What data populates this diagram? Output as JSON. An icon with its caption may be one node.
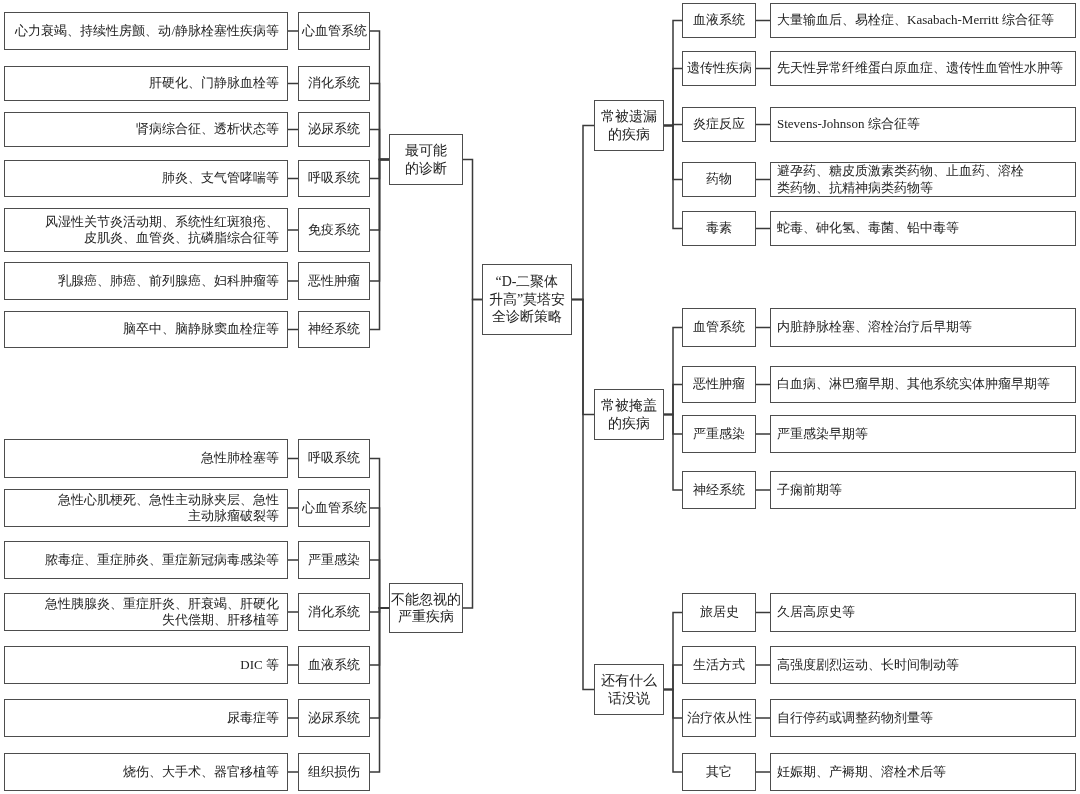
{
  "diagram": {
    "nodes": [
      {
        "text": [
          "“D-二聚体升高”莫塔安全诊断策略"
        ]
      },
      {
        "text": [
          "最可能的诊断"
        ]
      },
      {
        "text": [
          "心血管系统"
        ]
      },
      {
        "text": [
          "心力衰竭、持续性房颤、动/静脉栓塞性疾病等"
        ]
      },
      {
        "text": [
          "消化系统"
        ]
      },
      {
        "text": [
          "肝硬化、门静脉血栓等"
        ]
      },
      {
        "text": [
          "泌尿系统"
        ]
      },
      {
        "text": [
          "肾病综合征、透析状态等"
        ]
      },
      {
        "text": [
          "呼吸系统"
        ]
      },
      {
        "text": [
          "肺炎、支气管哮喘等"
        ]
      },
      {
        "text": [
          "免疫系统"
        ]
      },
      {
        "text": [
          "风湿性关节炎活动期、系统性红斑狼疮、皮肌炎、血管炎、抗磷脂综合征等"
        ]
      },
      {
        "text": [
          "恶性肿瘤"
        ]
      },
      {
        "text": [
          "乳腺癌、肺癌、前列腺癌、妇科肿瘤等"
        ]
      },
      {
        "text": [
          "神经系统"
        ]
      },
      {
        "text": [
          "脑卒中、脑静脉窦血栓症等"
        ]
      },
      {
        "text": [
          "不能忽视的严重疾病"
        ]
      },
      {
        "text": [
          "呼吸系统"
        ]
      },
      {
        "text": [
          "急性肺栓塞等"
        ]
      },
      {
        "text": [
          "心血管系统"
        ]
      },
      {
        "text": [
          "急性心肌梗死、急性主动脉夹层、急性主动脉瘤破裂等"
        ]
      },
      {
        "text": [
          "严重感染"
        ]
      },
      {
        "text": [
          "脓毒症、重症肺炎、重症新冠病毒感染等"
        ]
      },
      {
        "text": [
          "消化系统"
        ]
      },
      {
        "text": [
          "急性胰腺炎、重症肝炎、肝衰竭、肝硬化失代偿期、肝移植等"
        ]
      },
      {
        "text": [
          "血液系统"
        ]
      },
      {
        "text": [
          "DIC 等"
        ]
      },
      {
        "text": [
          "泌尿系统"
        ]
      },
      {
        "text": [
          "尿毒症等"
        ]
      },
      {
        "text": [
          "组织损伤"
        ]
      },
      {
        "text": [
          "烧伤、大手术、器官移植等"
        ]
      },
      {
        "text": [
          "常被遗漏的疾病"
        ]
      },
      {
        "text": [
          "血液系统"
        ]
      },
      {
        "text": [
          "大量输血后、易栓症、Kasabach-Merritt 综合征等"
        ]
      },
      {
        "text": [
          "遗传性疾病"
        ]
      },
      {
        "text": [
          "先天性异常纤维蛋白原血症、遗传性血管性水肿等"
        ]
      },
      {
        "text": [
          "炎症反应"
        ]
      },
      {
        "text": [
          "Stevens-Johnson 综合征等"
        ]
      },
      {
        "text": [
          "药物"
        ]
      },
      {
        "text": [
          "避孕药、糖皮质激素类药物、止血药、溶栓类药物、抗精神病类药物等"
        ]
      },
      {
        "text": [
          "毒素"
        ]
      },
      {
        "text": [
          "蛇毒、砷化氢、毒菌、铅中毒等"
        ]
      },
      {
        "text": [
          "常被掩盖的疾病"
        ]
      },
      {
        "text": [
          "血管系统"
        ]
      },
      {
        "text": [
          "内脏静脉栓塞、溶栓治疗后早期等"
        ]
      },
      {
        "text": [
          "恶性肿瘤"
        ]
      },
      {
        "text": [
          "白血病、淋巴瘤早期、其他系统实体肿瘤早期等"
        ]
      },
      {
        "text": [
          "严重感染"
        ]
      },
      {
        "text": [
          "严重感染早期等"
        ]
      },
      {
        "text": [
          "神经系统"
        ]
      },
      {
        "text": [
          "子痫前期等"
        ]
      },
      {
        "text": [
          "还有什么话没说"
        ]
      },
      {
        "text": [
          "旅居史"
        ]
      },
      {
        "text": [
          "久居高原史等"
        ]
      },
      {
        "text": [
          "生活方式"
        ]
      },
      {
        "text": [
          "高强度剧烈运动、长时间制动等"
        ]
      },
      {
        "text": [
          "治疗依从性"
        ]
      },
      {
        "text": [
          "自行停药或调整药物剂量等"
        ]
      },
      {
        "text": [
          "其它"
        ]
      },
      {
        "text": [
          "妊娠期、产褥期、溶栓术后等"
        ]
      }
    ],
    "edges": [
      {
        "from": 0,
        "to": 1,
        "arrow": "none"
      },
      {
        "from": 1,
        "to": 2,
        "arrow": "none"
      },
      {
        "from": 2,
        "to": 3,
        "arrow": "none"
      },
      {
        "from": 1,
        "to": 4,
        "arrow": "none"
      },
      {
        "from": 4,
        "to": 5,
        "arrow": "none"
      },
      {
        "from": 1,
        "to": 6,
        "arrow": "none"
      },
      {
        "from": 6,
        "to": 7,
        "arrow": "none"
      },
      {
        "from": 1,
        "to": 8,
        "arrow": "none"
      },
      {
        "from": 8,
        "to": 9,
        "arrow": "none"
      },
      {
        "from": 1,
        "to": 10,
        "arrow": "none"
      },
      {
        "from": 10,
        "to": 11,
        "arrow": "none"
      },
      {
        "from": 1,
        "to": 12,
        "arrow": "none"
      },
      {
        "from": 12,
        "to": 13,
        "arrow": "none"
      },
      {
        "from": 1,
        "to": 14,
        "arrow": "none"
      },
      {
        "from": 14,
        "to": 15,
        "arrow": "none"
      },
      {
        "from": 0,
        "to": 16,
        "arrow": "none"
      },
      {
        "from": 16,
        "to": 17,
        "arrow": "none"
      },
      {
        "from": 17,
        "to": 18,
        "arrow": "none"
      },
      {
        "from": 16,
        "to": 19,
        "arrow": "none"
      },
      {
        "from": 19,
        "to": 20,
        "arrow": "none"
      },
      {
        "from": 16,
        "to": 21,
        "arrow": "none"
      },
      {
        "from": 21,
        "to": 22,
        "arrow": "none"
      },
      {
        "from": 16,
        "to": 23,
        "arrow": "none"
      },
      {
        "from": 23,
        "to": 24,
        "arrow": "none"
      },
      {
        "from": 16,
        "to": 25,
        "arrow": "none"
      },
      {
        "from": 25,
        "to": 26,
        "arrow": "none"
      },
      {
        "from": 16,
        "to": 27,
        "arrow": "none"
      },
      {
        "from": 27,
        "to": 28,
        "arrow": "none"
      },
      {
        "from": 16,
        "to": 29,
        "arrow": "none"
      },
      {
        "from": 29,
        "to": 30,
        "arrow": "none"
      },
      {
        "from": 0,
        "to": 31,
        "arrow": "none"
      },
      {
        "from": 31,
        "to": 32,
        "arrow": "none"
      },
      {
        "from": 32,
        "to": 33,
        "arrow": "none"
      },
      {
        "from": 31,
        "to": 34,
        "arrow": "none"
      },
      {
        "from": 34,
        "to": 35,
        "arrow": "none"
      },
      {
        "from": 31,
        "to": 36,
        "arrow": "none"
      },
      {
        "from": 36,
        "to": 37,
        "arrow": "none"
      },
      {
        "from": 31,
        "to": 38,
        "arrow": "none"
      },
      {
        "from": 38,
        "to": 39,
        "arrow": "none"
      },
      {
        "from": 31,
        "to": 40,
        "arrow": "none"
      },
      {
        "from": 40,
        "to": 41,
        "arrow": "none"
      },
      {
        "from": 0,
        "to": 42,
        "arrow": "none"
      },
      {
        "from": 42,
        "to": 43,
        "arrow": "none"
      },
      {
        "from": 43,
        "to": 44,
        "arrow": "none"
      },
      {
        "from": 42,
        "to": 45,
        "arrow": "none"
      },
      {
        "from": 45,
        "to": 46,
        "arrow": "none"
      },
      {
        "from": 42,
        "to": 47,
        "arrow": "none"
      },
      {
        "from": 47,
        "to": 48,
        "arrow": "none"
      },
      {
        "from": 42,
        "to": 49,
        "arrow": "none"
      },
      {
        "from": 49,
        "to": 50,
        "arrow": "none"
      },
      {
        "from": 0,
        "to": 51,
        "arrow": "none"
      },
      {
        "from": 51,
        "to": 52,
        "arrow": "none"
      },
      {
        "from": 52,
        "to": 53,
        "arrow": "none"
      },
      {
        "from": 51,
        "to": 54,
        "arrow": "none"
      },
      {
        "from": 54,
        "to": 55,
        "arrow": "none"
      },
      {
        "from": 51,
        "to": 56,
        "arrow": "none"
      },
      {
        "from": 56,
        "to": 57,
        "arrow": "none"
      },
      {
        "from": 51,
        "to": 58,
        "arrow": "none"
      },
      {
        "from": 58,
        "to": 59,
        "arrow": "none"
      }
    ]
  }
}
